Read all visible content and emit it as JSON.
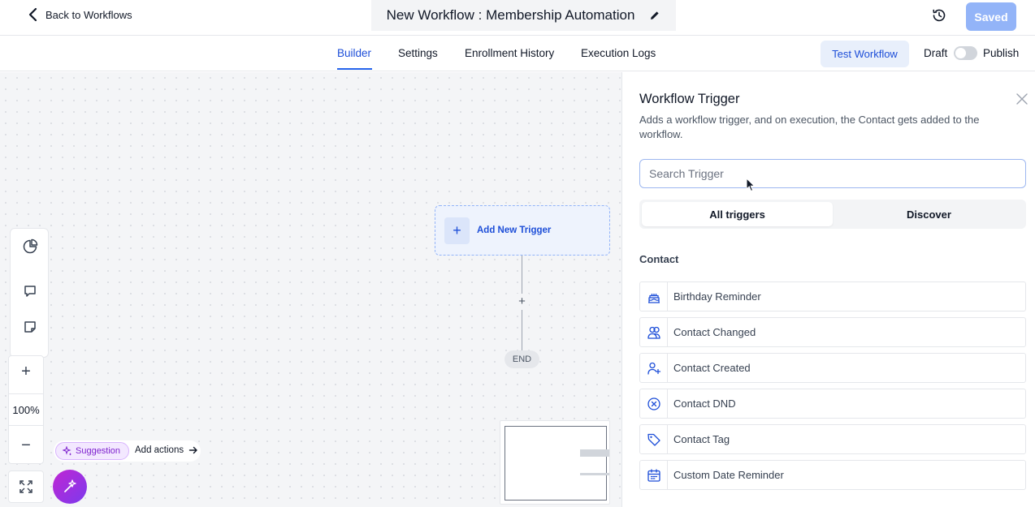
{
  "header": {
    "back_label": "Back to Workflows",
    "workflow_title": "New Workflow : Membership Automation",
    "saved_label": "Saved"
  },
  "tabs": [
    {
      "label": "Builder",
      "active": true
    },
    {
      "label": "Settings",
      "active": false
    },
    {
      "label": "Enrollment History",
      "active": false
    },
    {
      "label": "Execution Logs",
      "active": false
    }
  ],
  "actions": {
    "test_label": "Test Workflow",
    "draft_label": "Draft",
    "publish_label": "Publish",
    "published": false
  },
  "canvas": {
    "trigger_node_label": "Add New Trigger",
    "add_step_symbol": "+",
    "end_label": "END",
    "zoom_level": "100%",
    "zoom_in_symbol": "+",
    "zoom_out_symbol": "−",
    "suggestion_label": "Suggestion",
    "add_actions_label": "Add actions"
  },
  "panel": {
    "title": "Workflow Trigger",
    "description": "Adds a workflow trigger, and on execution, the Contact gets added to the workflow.",
    "search_placeholder": "Search Trigger",
    "segments": [
      {
        "label": "All triggers",
        "active": true
      },
      {
        "label": "Discover",
        "active": false
      }
    ],
    "section_label": "Contact",
    "triggers": [
      {
        "label": "Birthday Reminder",
        "icon": "cake-icon"
      },
      {
        "label": "Contact Changed",
        "icon": "users-icon"
      },
      {
        "label": "Contact Created",
        "icon": "user-plus-icon"
      },
      {
        "label": "Contact DND",
        "icon": "circle-x-icon"
      },
      {
        "label": "Contact Tag",
        "icon": "tag-icon"
      },
      {
        "label": "Custom Date Reminder",
        "icon": "calendar-icon"
      }
    ]
  },
  "colors": {
    "accent": "#2563eb",
    "icon_blue": "#1d4ed8",
    "saved_button": "#93b4f8",
    "suggestion_purple": "#7e22ce"
  }
}
